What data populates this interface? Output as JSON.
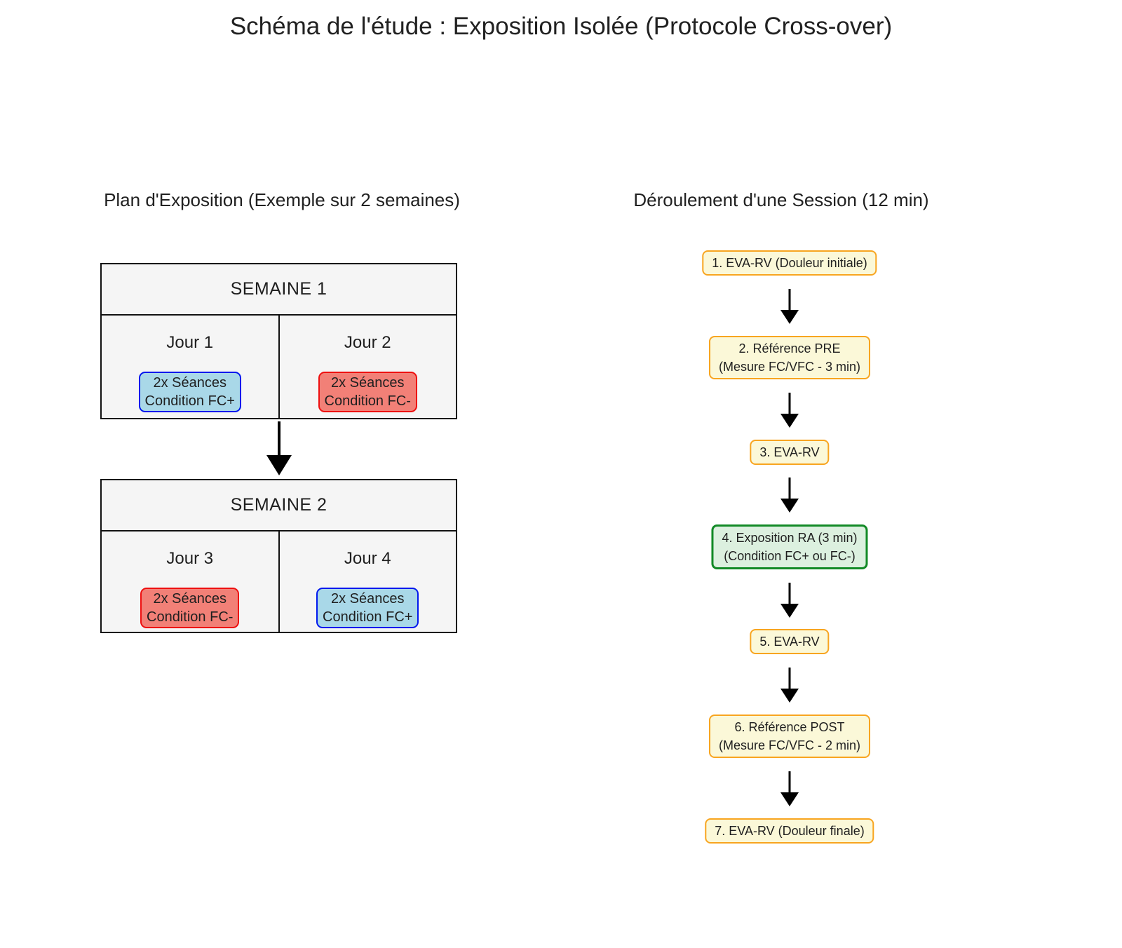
{
  "title": "Schéma de l'étude : Exposition Isolée (Protocole Cross-over)",
  "left_panel": {
    "subtitle": "Plan d'Exposition (Exemple sur 2 semaines)",
    "weeks": [
      {
        "label": "SEMAINE 1",
        "days": [
          {
            "label": "Jour 1",
            "box_line1": "2x Séances",
            "box_line2": "Condition FC+",
            "condition": "FC+"
          },
          {
            "label": "Jour 2",
            "box_line1": "2x Séances",
            "box_line2": "Condition FC-",
            "condition": "FC-"
          }
        ]
      },
      {
        "label": "SEMAINE 2",
        "days": [
          {
            "label": "Jour 3",
            "box_line1": "2x Séances",
            "box_line2": "Condition FC-",
            "condition": "FC-"
          },
          {
            "label": "Jour 4",
            "box_line1": "2x Séances",
            "box_line2": "Condition FC+",
            "condition": "FC+"
          }
        ]
      }
    ]
  },
  "right_panel": {
    "subtitle": "Déroulement d'une Session (12 min)",
    "steps": [
      {
        "line1": "1. EVA-RV (Douleur initiale)",
        "type": "eva"
      },
      {
        "line1": "2. Référence PRE",
        "line2": "(Mesure FC/VFC - 3 min)",
        "type": "mesure"
      },
      {
        "line1": "3. EVA-RV",
        "type": "eva"
      },
      {
        "line1": "4. Exposition RA (3 min)",
        "line2": "(Condition FC+ ou FC-)",
        "type": "exposition"
      },
      {
        "line1": "5. EVA-RV",
        "type": "eva"
      },
      {
        "line1": "6. Référence POST",
        "line2": "(Mesure FC/VFC - 2 min)",
        "type": "mesure"
      },
      {
        "line1": "7. EVA-RV (Douleur finale)",
        "type": "eva"
      }
    ]
  },
  "colors": {
    "fc_plus_bg": "#A9D8E8",
    "fc_plus_border": "#0018EE",
    "fc_minus_bg": "#F28077",
    "fc_minus_border": "#EE1010",
    "step_bg": "#FBF8D8",
    "step_border": "#F8A520",
    "exposition_bg": "#DCF0DF",
    "exposition_border": "#128A26",
    "table_bg": "#F5F5F5",
    "line": "#000000",
    "text": "#1F1F1F"
  }
}
